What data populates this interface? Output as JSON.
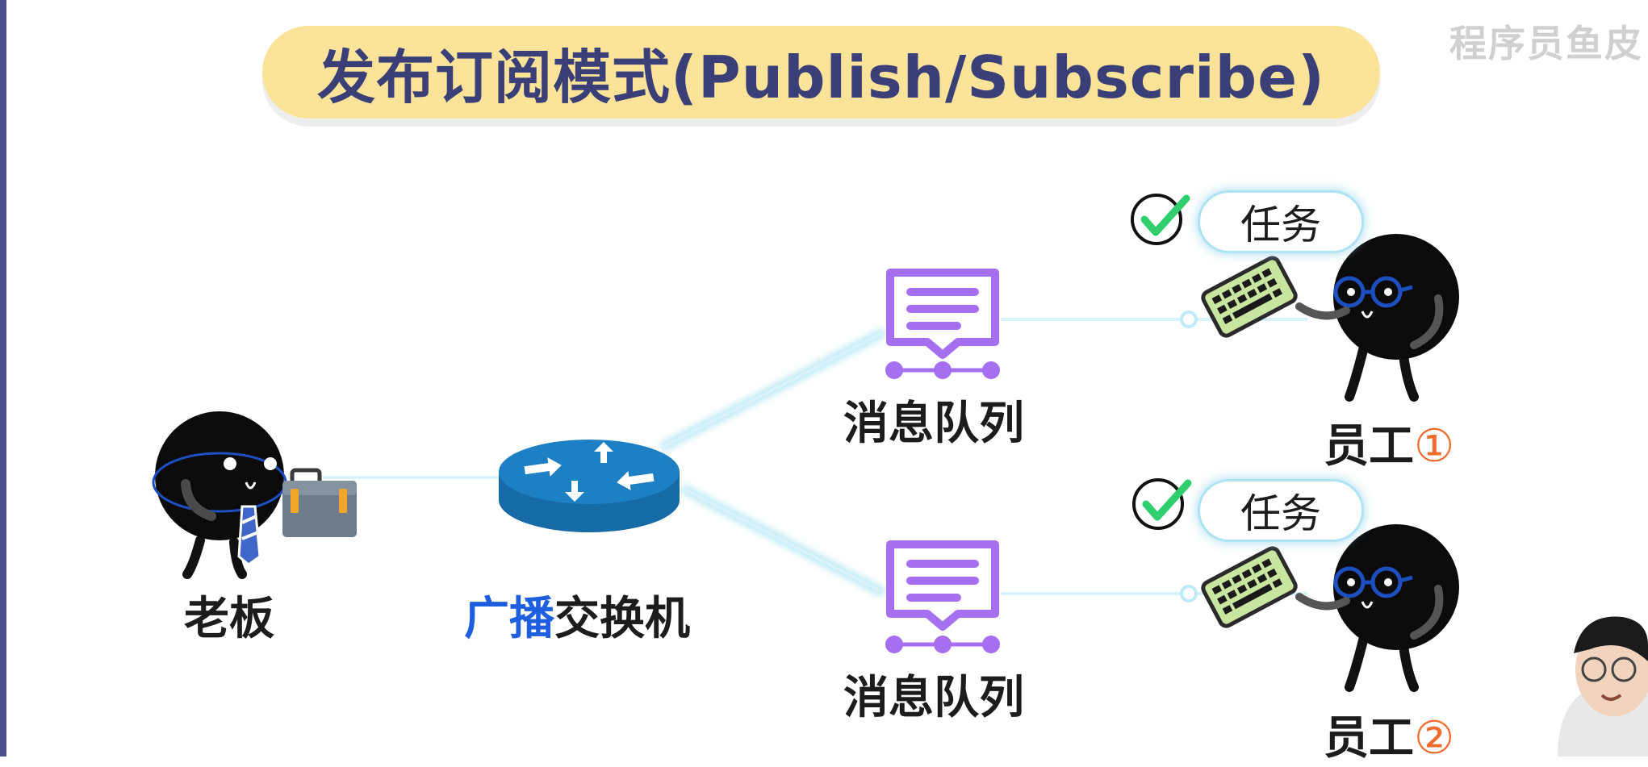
{
  "title": "发布订阅模式(Publish/Subscribe)",
  "watermark": "程序员鱼皮",
  "boss": {
    "label": "老板",
    "icon": "briefcase-icon"
  },
  "exchange": {
    "accent": "广播",
    "rest": "交换机",
    "icon": "router-icon"
  },
  "queues": [
    {
      "label": "消息队列",
      "icon": "message-queue-icon"
    },
    {
      "label": "消息队列",
      "icon": "message-queue-icon"
    }
  ],
  "workers": [
    {
      "label": "员工",
      "number": "①",
      "task": "任务"
    },
    {
      "label": "员工",
      "number": "②",
      "task": "任务"
    }
  ],
  "colors": {
    "title_bg": "#fbe49a",
    "title_text": "#3b3f78",
    "accent": "#1e5fe0",
    "queue": "#a66ef0",
    "router": "#1d7fc4",
    "connector": "#bfeaf8",
    "check": "#2fcf6e",
    "number": "#f06b2c"
  }
}
